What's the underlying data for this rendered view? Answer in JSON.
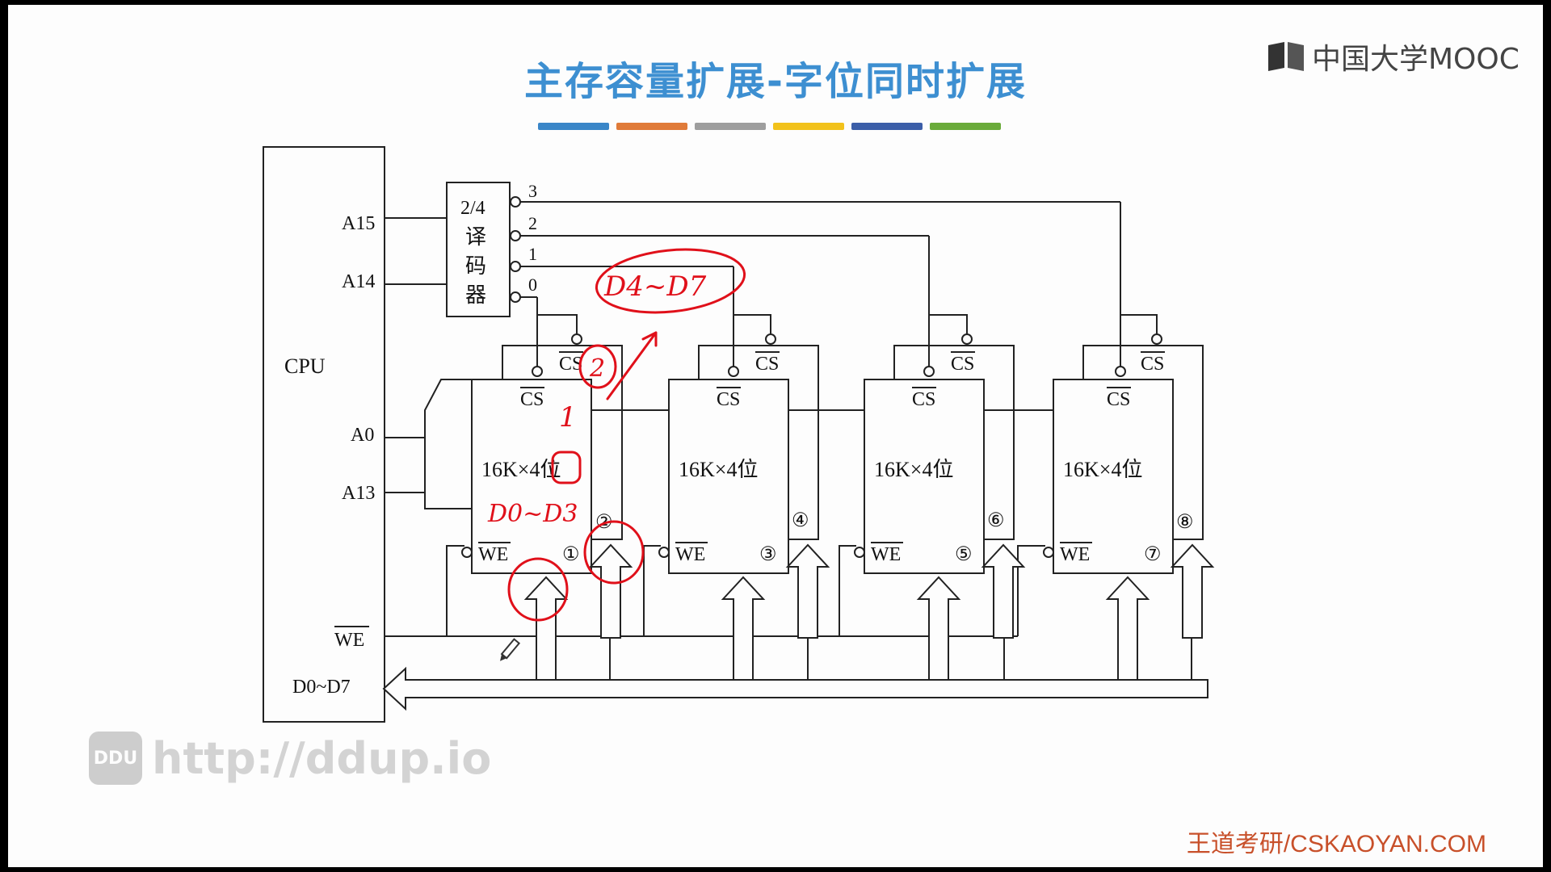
{
  "slide": {
    "title": "主存容量扩展-字位同时扩展",
    "title_color": "#3d8fd1",
    "color_bar": [
      "#3a86c8",
      "#e07b39",
      "#9e9e9e",
      "#f2c21b",
      "#3b5ea8",
      "#6aab3a"
    ],
    "brand_logo": "中国大学MOOC",
    "watermark": {
      "badge": "DDU",
      "url": "http://ddup.io"
    },
    "footer": "王道考研/CSKAOYAN.COM",
    "footer_color": "#c8502a"
  },
  "diagram": {
    "cpu_label": "CPU",
    "cpu_pins": {
      "a15": "A15",
      "a14": "A14",
      "a0": "A0",
      "a13": "A13",
      "we": "WE",
      "data": "D0~D7"
    },
    "decoder": {
      "lines": [
        "2/4",
        "译",
        "码",
        "器"
      ],
      "outputs": [
        "3",
        "2",
        "1",
        "0"
      ]
    },
    "chips": [
      {
        "cs": "CS",
        "size": "16K×4位",
        "we": "WE",
        "num": "①"
      },
      {
        "cs": "CS",
        "size": "16K×4位",
        "we": "WE",
        "num": "③"
      },
      {
        "cs": "CS",
        "size": "16K×4位",
        "we": "WE",
        "num": "⑤"
      },
      {
        "cs": "CS",
        "size": "16K×4位",
        "we": "WE",
        "num": "⑦"
      }
    ],
    "back_chips": [
      {
        "cs": "CS",
        "num": "②"
      },
      {
        "cs": "CS",
        "num": "④"
      },
      {
        "cs": "CS",
        "num": "⑥"
      },
      {
        "cs": "CS",
        "num": "⑧"
      }
    ],
    "annotations": {
      "upper_data": "D4~D7",
      "lower_data": "D0~D3",
      "mark_one": "1",
      "mark_two": "2"
    },
    "annotation_color": "#e0101a"
  }
}
